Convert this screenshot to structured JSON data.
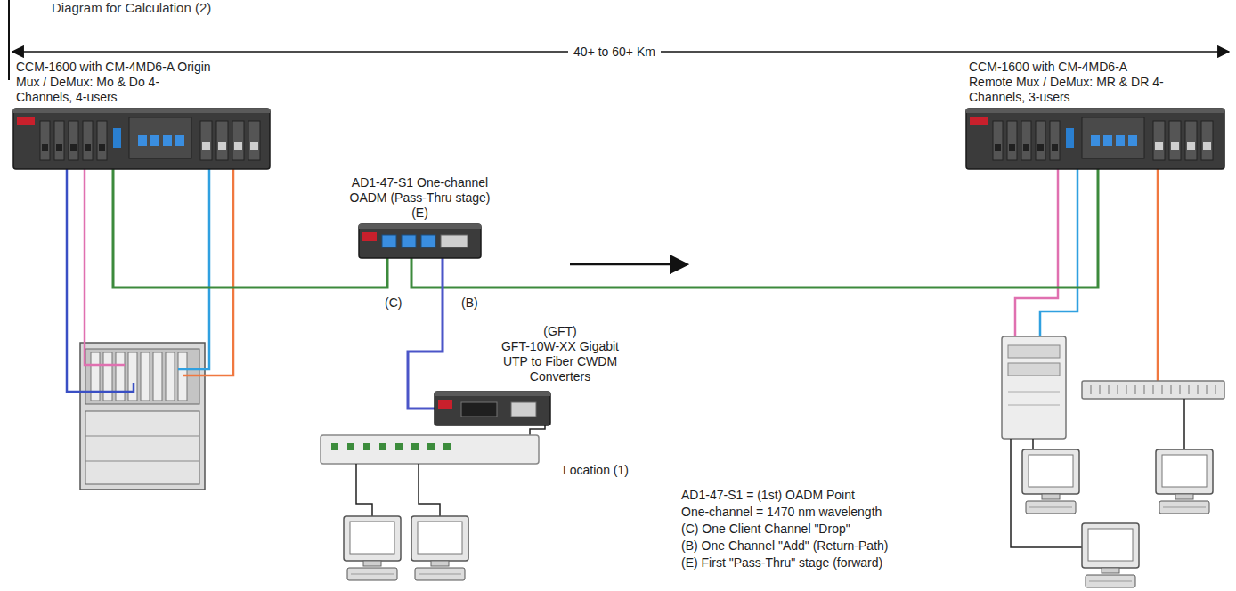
{
  "diagram": {
    "title": "Diagram for Calculation (2)",
    "nodes": [
      {
        "text": [
          "CCM-1600 with CM-4MD6-A Origin Mux / DeMux: Mo & Do 4-Channels, 4-users"
        ]
      },
      {
        "text": [
          "AD1-47-S1 One-channel OADM (Pass-Thru stage)",
          "(E)"
        ]
      },
      {
        "text": [
          "CCM-1600 with CM-4MD6-A Remote Mux / DeMux: MR & DR 4-Channels, 3-users"
        ]
      },
      {
        "text": [
          "(GFT)",
          "GFT-10W-XX Gigabit UTP to Fiber CWDM Converters"
        ]
      }
    ],
    "edges": [
      {
        "from": 0,
        "to": 1,
        "arrow": "none"
      },
      {
        "from": 1,
        "to": 2,
        "arrow": "none"
      },
      {
        "from": 1,
        "to": 3,
        "arrow": "none"
      }
    ],
    "labels": [
      "40+ to 60+ Km",
      "(C)",
      "(B)",
      "Location (1)",
      "AD1-47-S1 = (1st) OADM Point",
      "One-channel = 1470 nm wavelength",
      "(C) One Client Channel \"Drop\"",
      "(B) One Channel \"Add\" (Return-Path)",
      "(E) First \"Pass-Thru\" stage (forward)"
    ]
  }
}
